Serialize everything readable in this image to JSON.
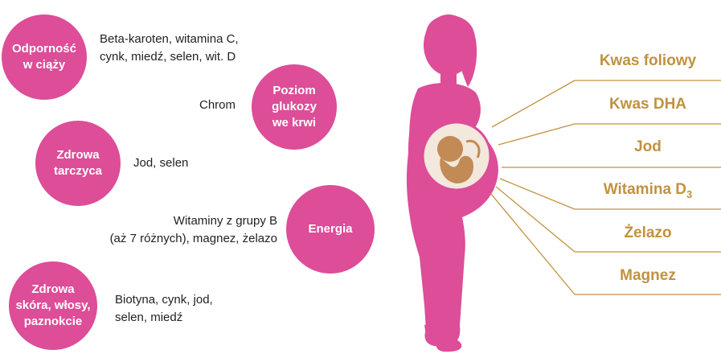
{
  "colors": {
    "accent": "#dd4d98",
    "gold": "#c0923f",
    "fetus": "#c28a55",
    "womb": "#f2e8dc"
  },
  "circles": [
    {
      "id": "odpornosc",
      "label": "Odporność\nw ciąży",
      "desc": "Beta-karoten, witamina C,\ncynk, miedź, selen, wit. D"
    },
    {
      "id": "glukoza",
      "label": "Poziom\nglukozy\nwe krwi",
      "desc": "Chrom"
    },
    {
      "id": "tarczyca",
      "label": "Zdrowa\ntarczyca",
      "desc": "Jod, selen"
    },
    {
      "id": "energia",
      "label": "Energia",
      "desc": "Witaminy z grupy B\n(aż 7 różnych), magnez, żelazo"
    },
    {
      "id": "skora",
      "label": "Zdrowa\nskóra, włosy,\npaznokcie",
      "desc": "Biotyna, cynk, jod,\nselen, miedź"
    }
  ],
  "nutrients": [
    {
      "label": "Kwas foliowy"
    },
    {
      "label": "Kwas DHA"
    },
    {
      "label": "Jod"
    },
    {
      "label": "Witamina D",
      "sub": "3"
    },
    {
      "label": "Żelazo"
    },
    {
      "label": "Magnez"
    }
  ],
  "icons": [
    "pregnant-woman-silhouette-icon",
    "fetus-icon"
  ]
}
